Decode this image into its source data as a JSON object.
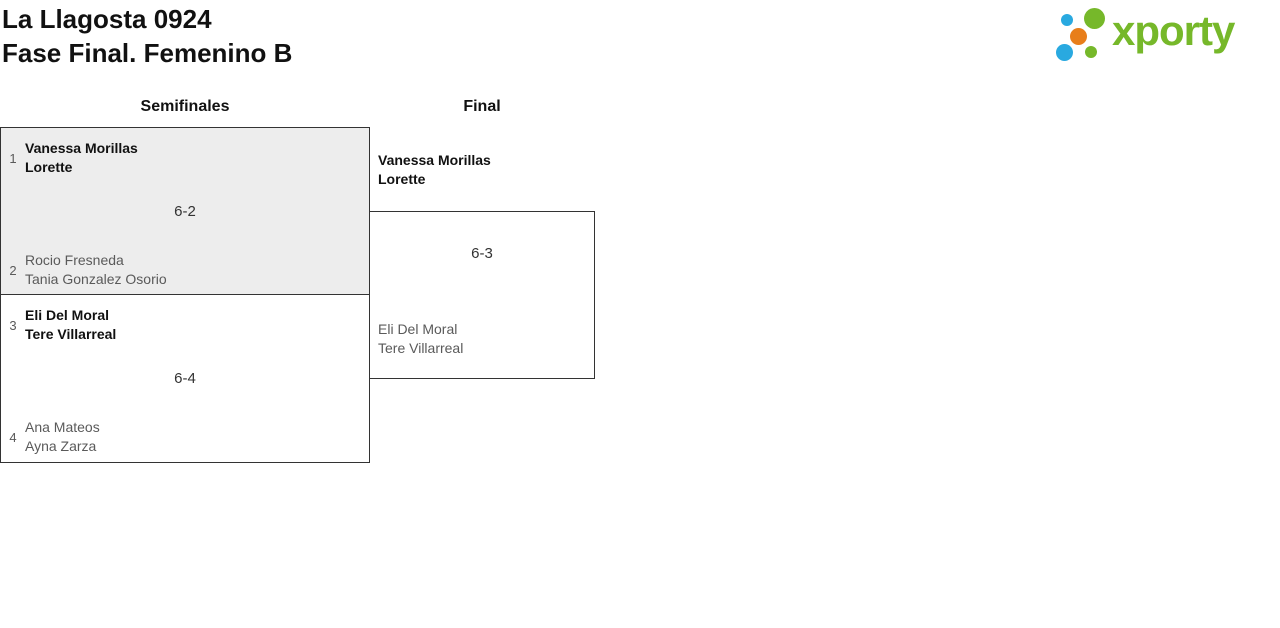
{
  "header": {
    "title_line1": "La Llagosta 0924",
    "title_line2": "Fase Final. Femenino B"
  },
  "logo": {
    "text": "xporty"
  },
  "colors": {
    "green": "#76b82a",
    "blue": "#29a9e0",
    "orange": "#e87e1a",
    "border": "#333333",
    "shaded": "#ededed",
    "winner": "#111111",
    "secondary": "#5a5a5a",
    "score": "#333333",
    "title": "#111111"
  },
  "bracket": {
    "rounds": [
      {
        "label": "Semifinales",
        "matches": [
          {
            "score": "6-2",
            "teams": [
              {
                "seed": "1",
                "players": [
                  "Vanessa Morillas",
                  "Lorette"
                ],
                "winner": true
              },
              {
                "seed": "2",
                "players": [
                  "Rocio Fresneda",
                  "Tania Gonzalez Osorio"
                ],
                "winner": false
              }
            ]
          },
          {
            "score": "6-4",
            "teams": [
              {
                "seed": "3",
                "players": [
                  "Eli Del Moral",
                  "Tere Villarreal"
                ],
                "winner": true
              },
              {
                "seed": "4",
                "players": [
                  "Ana Mateos",
                  "Ayna Zarza"
                ],
                "winner": false
              }
            ]
          }
        ]
      },
      {
        "label": "Final",
        "matches": [
          {
            "score": "6-3",
            "teams": [
              {
                "players": [
                  "Vanessa Morillas",
                  "Lorette"
                ],
                "winner": true
              },
              {
                "players": [
                  "Eli Del Moral",
                  "Tere Villarreal"
                ],
                "winner": false
              }
            ]
          }
        ]
      }
    ]
  }
}
